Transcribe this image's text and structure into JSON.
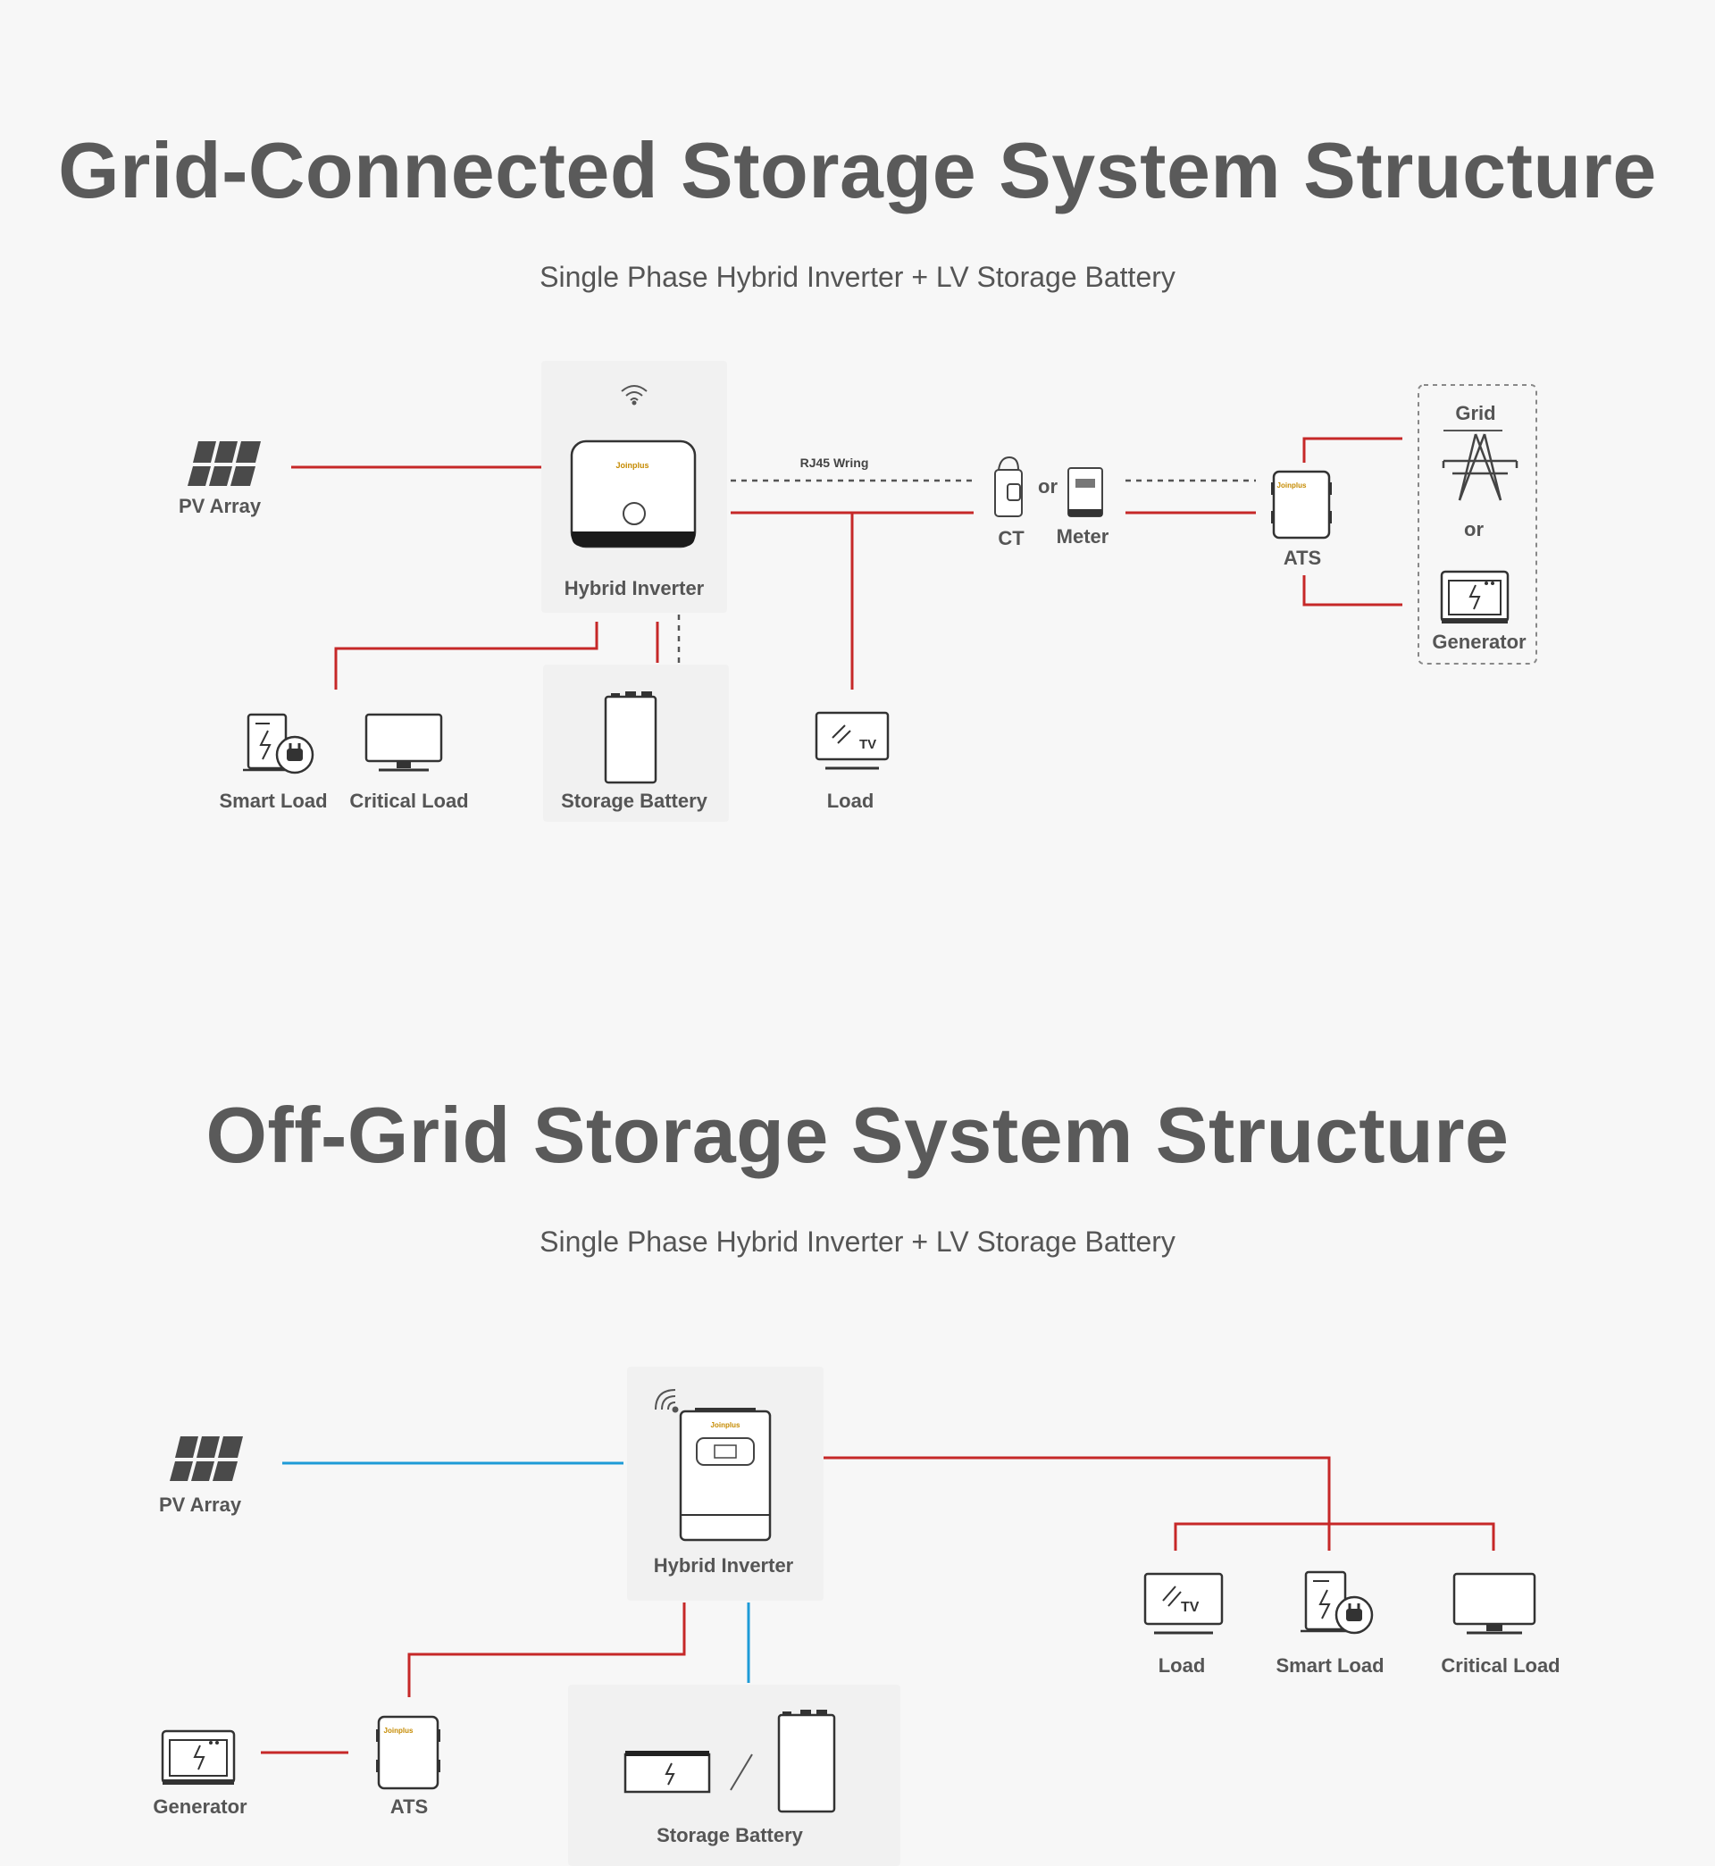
{
  "grid_section": {
    "title": "Grid-Connected Storage System Structure",
    "subtitle": "Single Phase Hybrid Inverter + LV Storage Battery",
    "labels": {
      "pv_array": "PV Array",
      "hybrid_inverter": "Hybrid Inverter",
      "rj45": "RJ45 Wring",
      "ct": "CT",
      "or_ct_meter": "or",
      "meter": "Meter",
      "ats": "ATS",
      "grid": "Grid",
      "or_grid_gen": "or",
      "generator": "Generator",
      "smart_load": "Smart Load",
      "critical_load": "Critical Load",
      "storage_battery": "Storage Battery",
      "load": "Load"
    }
  },
  "offgrid_section": {
    "title": "Off-Grid Storage System Structure",
    "subtitle": "Single Phase Hybrid Inverter + LV Storage Battery",
    "labels": {
      "pv_array": "PV Array",
      "hybrid_inverter": "Hybrid Inverter",
      "load": "Load",
      "smart_load": "Smart Load",
      "critical_load": "Critical Load",
      "generator": "Generator",
      "ats": "ATS",
      "storage_battery": "Storage Battery"
    }
  },
  "colors": {
    "ac_line": "#c62828",
    "dc_line": "#1e9bd7",
    "icon": "#444444"
  },
  "icons": [
    "solar-panel-icon",
    "wifi-icon",
    "inverter-icon",
    "ct-clamp-icon",
    "meter-icon",
    "ats-icon",
    "pylon-icon",
    "generator-icon",
    "smart-load-icon",
    "monitor-icon",
    "battery-icon",
    "tv-icon"
  ]
}
